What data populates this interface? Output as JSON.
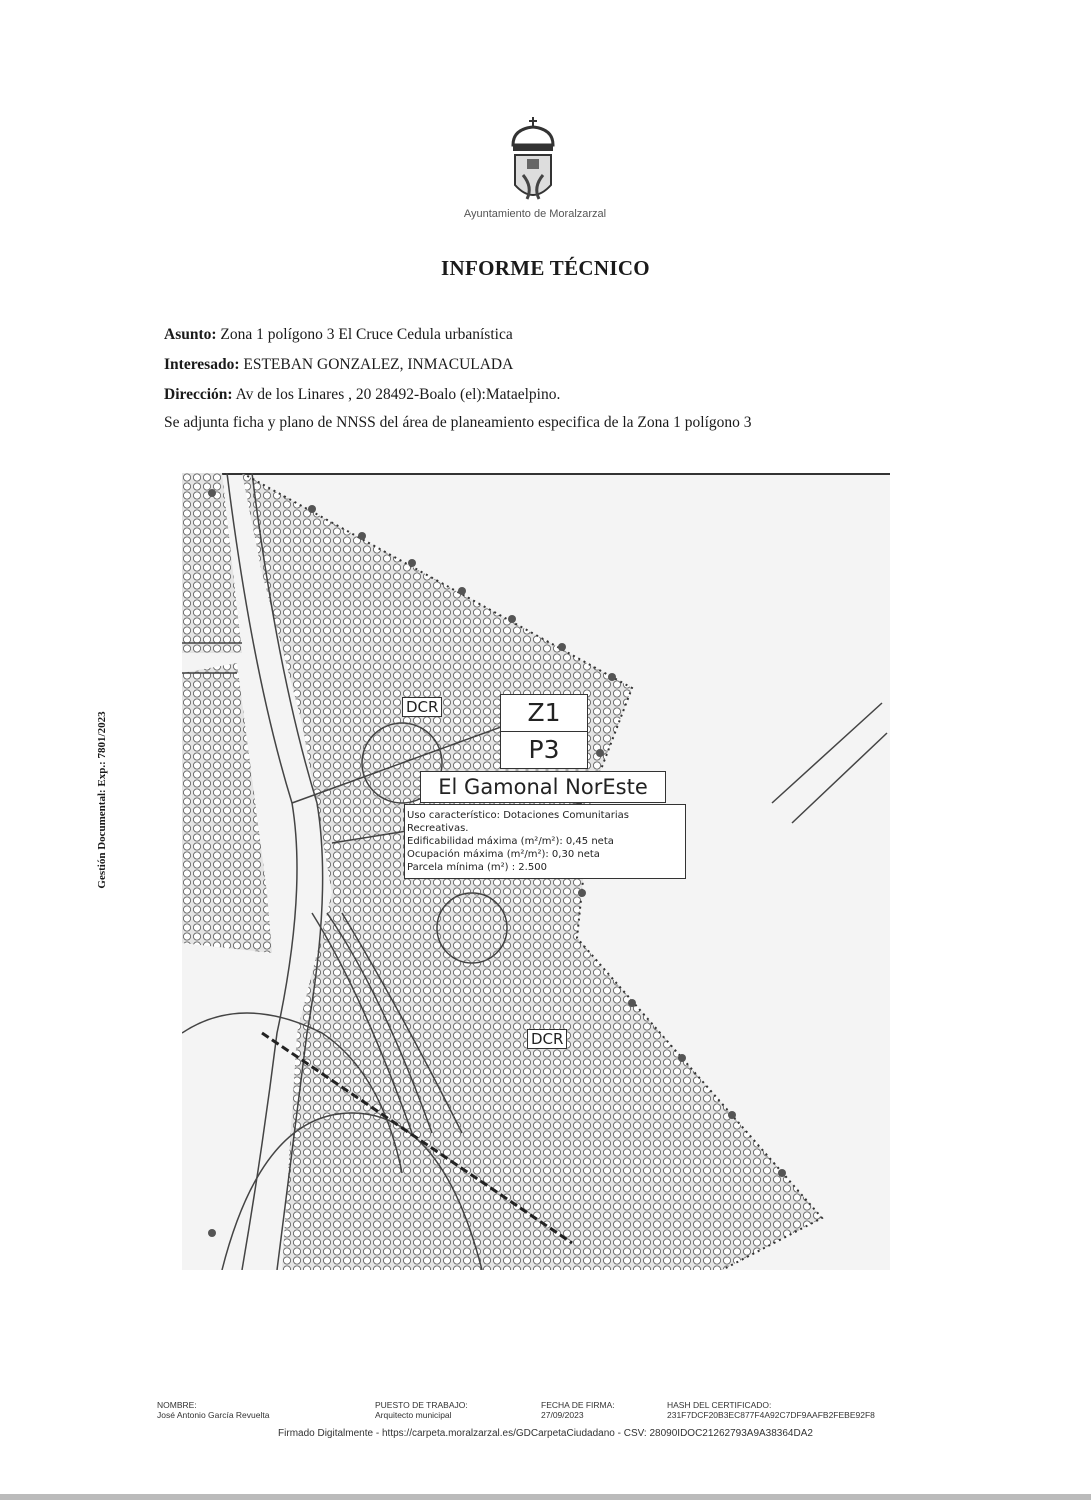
{
  "header": {
    "logo_text": "Ayuntamiento de Moralzarzal",
    "title": "INFORME TÉCNICO"
  },
  "fields": {
    "asunto_label": "Asunto:",
    "asunto": "Zona 1 polígono 3 El Cruce Cedula urbanística",
    "interesado_label": "Interesado:",
    "interesado": "ESTEBAN GONZALEZ, INMACULADA",
    "direccion_label": "Dirección:",
    "direccion": "Av de los Linares , 20  28492-Boalo (el):Mataelpino.",
    "nota": "Se adjunta ficha y plano de NNSS del área de planeamiento especifica de la Zona 1 polígono 3"
  },
  "side_stamp": "Gestión Documental: Exp.: 7801/2023",
  "map": {
    "dcr1": "DCR",
    "dcr2": "DCR",
    "zone": "Z1",
    "polygon": "P3",
    "area_name": "El Gamonal NorEste",
    "info": [
      "Uso característico: Dotaciones Comunitarias",
      "Recreativas.",
      "Edificabilidad máxima (m²/m²): 0,45 neta",
      "Ocupación máxima (m²/m²):  0,30 neta",
      "Parcela mínima (m²) : 2.500"
    ]
  },
  "footer": {
    "nombre_label": "NOMBRE:",
    "nombre": "José Antonio García Revuelta",
    "puesto_label": "PUESTO DE TRABAJO:",
    "puesto": "Arquitecto municipal",
    "fecha_label": "FECHA DE FIRMA:",
    "fecha": "27/09/2023",
    "hash_label": "HASH DEL CERTIFICADO:",
    "hash": "231F7DCF20B3EC877F4A92C7DF9AAFB2FEBE92F8",
    "csv": "Firmado Digitalmente - https://carpeta.moralzarzal.es/GDCarpetaCiudadano - CSV: 28090IDOC21262793A9A38364DA2"
  }
}
